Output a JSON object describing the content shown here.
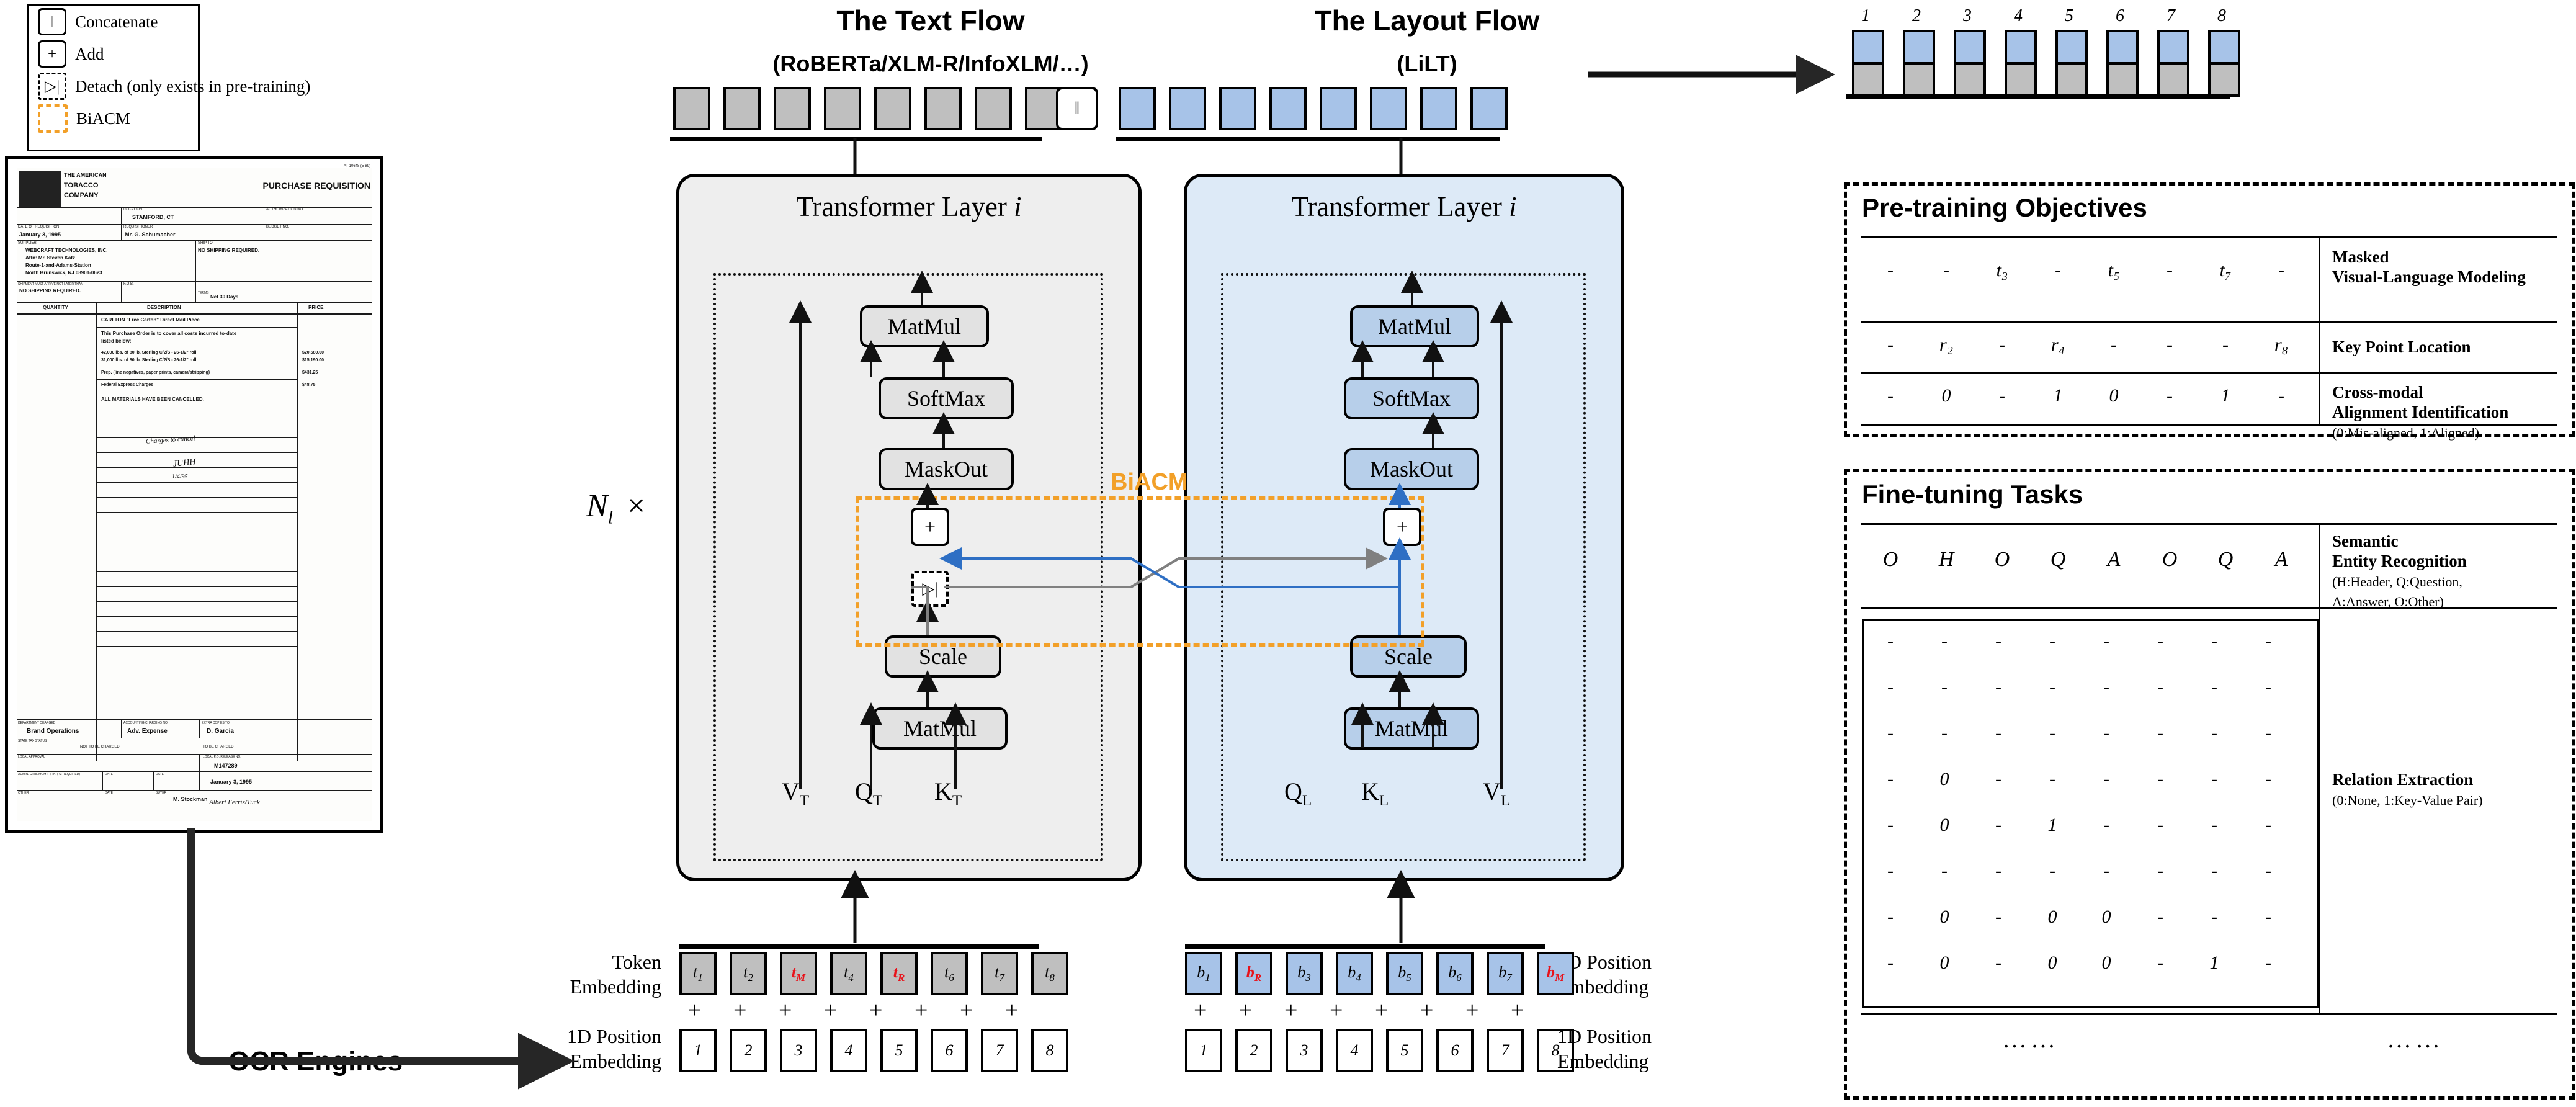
{
  "legend": {
    "items": [
      {
        "glyph": "‖",
        "label": "Concatenate",
        "style": "solid"
      },
      {
        "glyph": "+",
        "label": "Add",
        "style": "solid"
      },
      {
        "glyph": "▷|",
        "label": "Detach (only exists in pre-training)",
        "style": "dashed"
      },
      {
        "glyph": "",
        "label": "BiACM",
        "style": "orange"
      }
    ]
  },
  "document": {
    "company_line1": "THE AMERICAN",
    "company_line2": "TOBACCO",
    "company_line3": "COMPANY",
    "doc_title": "PURCHASE REQUISITION",
    "top_right_id": "AT 10648 (5-89)",
    "f_location_label": "LOCATION",
    "f_location": "STAMFORD, CT",
    "f_auth_label": "AUTHORIZATION NO.",
    "f_date_label": "DATE OF REQUISITION",
    "f_date": "January 3, 1995",
    "f_req_label": "REQUISITIONER",
    "f_req": "Mr. G. Schumacher",
    "f_budget_label": "BUDGET NO.",
    "f_supplier_label": "SUPPLIER",
    "f_supplier1": "WEBCRAFT TECHNOLOGIES, INC.",
    "f_supplier2": "Attn: Mr. Steven Katz",
    "f_supplier3": "Route-1-and-Adams-Station",
    "f_supplier4": "North Brunswick, NJ 08901-0623",
    "f_shipto_label": "SHIP TO",
    "f_shipto": "NO SHIPPING REQUIRED.",
    "f_arrive_label": "SHIPMENT MUST ARRIVE NOT LATER THAN",
    "f_arrive": "NO SHIPPING REQUIRED.",
    "f_fob_label": "F.O.B.",
    "f_terms_label": "TERMS",
    "f_terms": "Net 30 Days",
    "col_qty": "QUANTITY",
    "col_desc": "DESCRIPTION",
    "col_price": "PRICE",
    "line_a": "CARLTON \"Free Carton\" Direct Mail Piece",
    "line_b": "This Purchase Order is to cover all costs incurred to-date",
    "line_c": "listed below:",
    "line_d": "42,000 lbs. of 80 lb. Sterling C/2/S - 26-1/2\" roll",
    "line_e": "31,000 lbs. of 80 lb. Sterling C/2/S - 26-1/2\" roll",
    "line_f": "Prep. (line negatives, paper prints, camera/stripping)",
    "line_g": "Federal Express Charges",
    "line_h": "ALL MATERIALS HAVE BEEN CANCELLED.",
    "price_d": "$20,580.00",
    "price_e": "$15,190.00",
    "price_f": "$431.25",
    "price_g": "$48.75",
    "hand_note": "Charges to cancel",
    "hand_sig": "JUHH",
    "hand_date": "1/4/95",
    "f_dept_label": "DEPARTMENT CHARGED",
    "f_dept": "Brand Operations",
    "f_acct_label": "ACCOUNTING CHARGING NO.",
    "f_acct": "Adv. Expense",
    "f_extra_label": "EXTRA COPIES TO",
    "f_extra": "D. Garcia",
    "f_state_label": "STATE TAX STATUS",
    "f_state1": "NOT TO BE CHARGED",
    "f_state2": "TO BE CHARGED",
    "f_local_label": "LOCAL APPROVAL",
    "f_po_label": "LOCAL P.O. RELEASE NO.",
    "f_po": "M147289",
    "f_admin_label": "ADMIN. CTRL MGMT. (FIN. (+3 REQUIRED)",
    "f_date2_label": "DATE",
    "f_date2": "January 3, 1995",
    "f_other_label": "OTHER",
    "f_date3_label": "DATE",
    "f_buyer_label": "BUYER",
    "f_buyer": "M. Stockman",
    "f_sig": "Albert Ferris/Tuck"
  },
  "ocr_arrow_label": "OCR Engines",
  "text_flow": {
    "title": "The Text Flow",
    "subtitle": "(RoBERTa/XLM-R/InfoXLM/…)",
    "panel_title": "Transformer Layer i",
    "ops": [
      "MatMul",
      "SoftMax",
      "MaskOut",
      "Scale",
      "MatMul"
    ],
    "inputs": [
      "V",
      "Q",
      "K"
    ],
    "input_sub": "T",
    "tokens": [
      {
        "text": "t",
        "sub": "1",
        "red": false
      },
      {
        "text": "t",
        "sub": "2",
        "red": false
      },
      {
        "text": "t",
        "sub": "M",
        "red": true
      },
      {
        "text": "t",
        "sub": "4",
        "red": false
      },
      {
        "text": "t",
        "sub": "R",
        "red": true
      },
      {
        "text": "t",
        "sub": "6",
        "red": false
      },
      {
        "text": "t",
        "sub": "7",
        "red": false
      },
      {
        "text": "t",
        "sub": "8",
        "red": false
      }
    ],
    "positions": [
      "1",
      "2",
      "3",
      "4",
      "5",
      "6",
      "7",
      "8"
    ]
  },
  "layout_flow": {
    "title": "The Layout Flow",
    "subtitle": "(LiLT)",
    "panel_title": "Transformer Layer i",
    "ops": [
      "MatMul",
      "SoftMax",
      "MaskOut",
      "Scale",
      "MatMul"
    ],
    "inputs": [
      "Q",
      "K",
      "V"
    ],
    "input_sub": "L",
    "tokens": [
      {
        "text": "b",
        "sub": "1",
        "red": false
      },
      {
        "text": "b",
        "sub": "R",
        "red": true
      },
      {
        "text": "b",
        "sub": "3",
        "red": false
      },
      {
        "text": "b",
        "sub": "4",
        "red": false
      },
      {
        "text": "b",
        "sub": "5",
        "red": false
      },
      {
        "text": "b",
        "sub": "6",
        "red": false
      },
      {
        "text": "b",
        "sub": "7",
        "red": false
      },
      {
        "text": "b",
        "sub": "M",
        "red": true
      }
    ],
    "positions": [
      "1",
      "2",
      "3",
      "4",
      "5",
      "6",
      "7",
      "8"
    ]
  },
  "biacm": {
    "label": "BiACM",
    "color": "#F2A029",
    "plus": "+",
    "detach": "▷|"
  },
  "repeat_label": {
    "symbol": "N",
    "sub": "l",
    "times": "×"
  },
  "concat_symbol": "‖",
  "labels": {
    "token_embedding": "Token\nEmbedding",
    "pos1d_left": "1D Position\nEmbedding",
    "pos2d_right": "2D Position\nEmbedding",
    "pos1d_right": "1D Position\nEmbedding",
    "plus": "+"
  },
  "output": {
    "indices": [
      "1",
      "2",
      "3",
      "4",
      "5",
      "6",
      "7",
      "8"
    ],
    "top_color": "#a7c3e8",
    "bottom_color": "#bfbfbf"
  },
  "pretraining": {
    "title": "Pre-training Objectives",
    "rows": [
      {
        "cells": [
          "-",
          "-",
          "t₃",
          "-",
          "t₅",
          "-",
          "t₇",
          "-"
        ],
        "name": "Masked\nVisual-Language Modeling",
        "note": ""
      },
      {
        "cells": [
          "-",
          "r₂",
          "-",
          "r₄",
          "-",
          "-",
          "-",
          "r₈"
        ],
        "name": "Key Point Location",
        "note": ""
      },
      {
        "cells": [
          "-",
          "0",
          "-",
          "1",
          "0",
          "-",
          "1",
          "-"
        ],
        "name": "Cross-modal\nAlignment Identification",
        "note": "(0:Mis-aligned, 1:Aligned)"
      }
    ]
  },
  "finetuning": {
    "title": "Fine-tuning Tasks",
    "ser": {
      "cells": [
        "O",
        "H",
        "O",
        "Q",
        "A",
        "O",
        "Q",
        "A"
      ],
      "name": "Semantic\nEntity Recognition",
      "note": "(H:Header, Q:Question,\n A:Answer, O:Other)"
    },
    "re": {
      "matrix": [
        [
          "-",
          "-",
          "-",
          "-",
          "-",
          "-",
          "-",
          "-"
        ],
        [
          "-",
          "-",
          "-",
          "-",
          "-",
          "-",
          "-",
          "-"
        ],
        [
          "-",
          "-",
          "-",
          "-",
          "-",
          "-",
          "-",
          "-"
        ],
        [
          "-",
          "0",
          "-",
          "-",
          "-",
          "-",
          "-",
          "-"
        ],
        [
          "-",
          "0",
          "-",
          "1",
          "-",
          "-",
          "-",
          "-"
        ],
        [
          "-",
          "-",
          "-",
          "-",
          "-",
          "-",
          "-",
          "-"
        ],
        [
          "-",
          "0",
          "-",
          "0",
          "0",
          "-",
          "-",
          "-"
        ],
        [
          "-",
          "0",
          "-",
          "0",
          "0",
          "-",
          "1",
          "-"
        ]
      ],
      "name": "Relation Extraction",
      "note": "(0:None, 1:Key-Value Pair)"
    },
    "ellipsis_left": "……",
    "ellipsis_right": "……"
  },
  "colors": {
    "text_panel": "#eeeeee",
    "layout_panel": "#ddeaf7",
    "token_gray": "#bfbfbf",
    "token_blue": "#a7c3e8",
    "accent_orange": "#F2A029",
    "link_blue": "#2E6FC4",
    "link_gray": "#808080",
    "red": "#E8121A"
  }
}
